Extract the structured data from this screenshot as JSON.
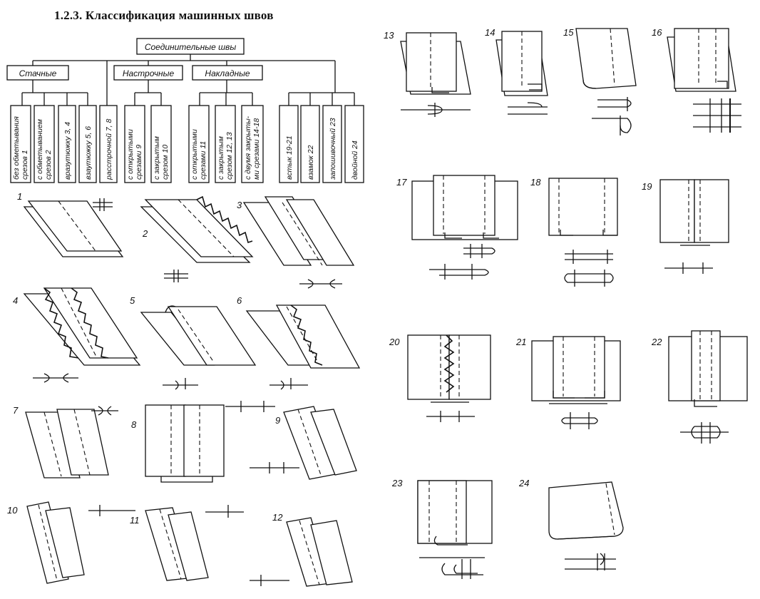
{
  "title": "1.2.3. Классификация машинных швов",
  "tree": {
    "root": "Соединительные швы",
    "groups": [
      "Стачные",
      "Настрочные",
      "Накладные"
    ],
    "leaves": [
      [
        "без обметывания",
        "срезов 1"
      ],
      [
        "с обметыванием",
        "срезов 2"
      ],
      [
        "вразутюжку 3, 4"
      ],
      [
        "взаутюжку 5, 6"
      ],
      [
        "расстрочной 7, 8"
      ],
      [
        "с открытыми",
        "срезами 9"
      ],
      [
        "с закрытым",
        "срезом 10"
      ],
      [
        "с открытыми",
        "срезами 11"
      ],
      [
        "с закрытым",
        "срезом 12, 13"
      ],
      [
        "с двумя закрыты-",
        "ми срезами 14-18"
      ],
      [
        "встык 19-21"
      ],
      [
        "взамок 22"
      ],
      [
        "запошивочный 23"
      ],
      [
        "двойной 24"
      ]
    ]
  },
  "figure_numbers": [
    "1",
    "2",
    "3",
    "4",
    "5",
    "6",
    "7",
    "8",
    "9",
    "10",
    "11",
    "12",
    "13",
    "14",
    "15",
    "16",
    "17",
    "18",
    "19",
    "20",
    "21",
    "22",
    "23",
    "24"
  ]
}
